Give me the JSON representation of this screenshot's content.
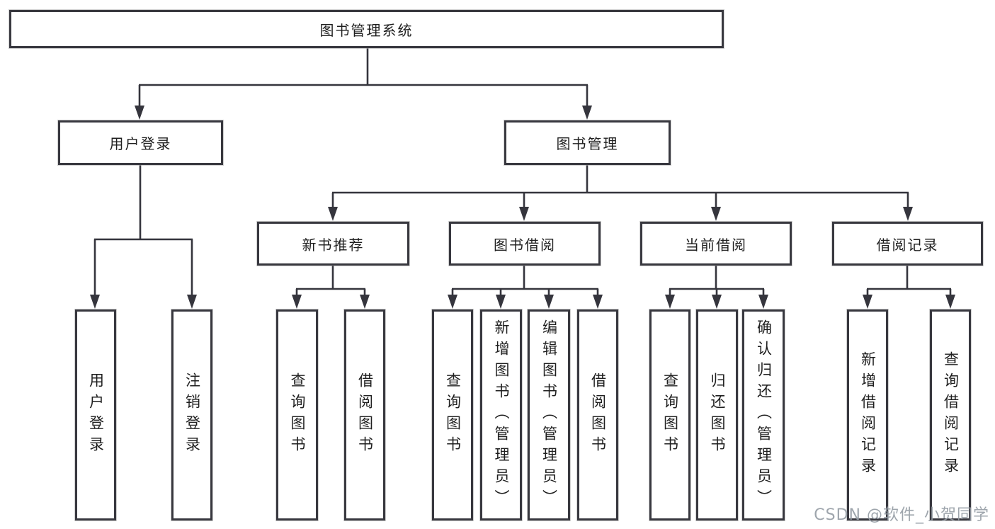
{
  "diagram": {
    "root": {
      "label": "图书管理系统"
    },
    "level2": {
      "user_login": {
        "label": "用户登录"
      },
      "book_management": {
        "label": "图书管理"
      }
    },
    "level3": {
      "new_book_recommend": {
        "label": "新书推荐"
      },
      "book_borrow": {
        "label": "图书借阅"
      },
      "current_borrow": {
        "label": "当前借阅"
      },
      "borrow_record": {
        "label": "借阅记录"
      }
    },
    "leaves": {
      "user_login": {
        "label": "用户登录"
      },
      "logout": {
        "label": "注销登录"
      },
      "recommend_query_book": {
        "label": "查询图书"
      },
      "recommend_borrow_book": {
        "label": "借阅图书"
      },
      "borrow_query_book": {
        "label": "查询图书"
      },
      "borrow_add_book": {
        "label": "新增图书（管理员）"
      },
      "borrow_edit_book": {
        "label": "编辑图书（管理员）"
      },
      "borrow_borrow_book": {
        "label": "借阅图书"
      },
      "current_query_book": {
        "label": "查询图书"
      },
      "current_return_book": {
        "label": "归还图书"
      },
      "current_confirm_return": {
        "label": "确认归还（管理员）"
      },
      "record_add": {
        "label": "新增借阅记录"
      },
      "record_query": {
        "label": "查询借阅记录"
      }
    }
  },
  "watermark": {
    "text": "CSDN @软件_小贺同学"
  },
  "colors": {
    "line": "#35353d",
    "box_border": "#38383f",
    "text": "#1f1f1f",
    "watermark": "#949ba3",
    "background": "#ffffff"
  }
}
